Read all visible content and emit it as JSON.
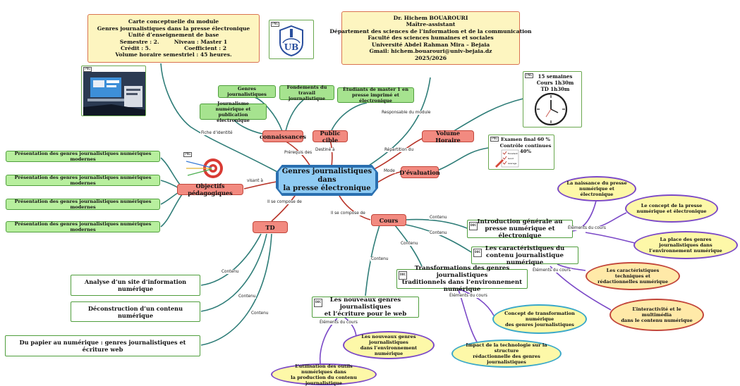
{
  "central": {
    "title_line1": "Genres journalistiques dans",
    "title_line2": "la presse électronique"
  },
  "identity": {
    "lines": [
      "Carte conceptuelle du module",
      "Genres journalistiques dans la presse électronique",
      "Unité d’enseignement de base",
      "Semestre : 2.        Niveau : Master 1",
      "Crédit : 5.                  Coefficient : 2",
      "Volume horaire semestriel : 45 heures."
    ]
  },
  "teacher": {
    "lines": [
      "Dr. Hichem BOUAROURI",
      "Maître-assistant",
      "Département des sciences de l’information et de la communication",
      "Faculté des sciences humaines et sociales",
      "Université Abdel Rahman Mira – Bejaia",
      "Gmail: hichem.bouarouri@univ-bejaia.dz",
      "2025/2026"
    ]
  },
  "logo": {
    "text": "UB",
    "tag": "PNG"
  },
  "identity_image": {
    "tag": "PNG"
  },
  "nodes": {
    "connaissances": "connaissances",
    "public_cible": "Public cible",
    "volume_horaire": "Volume Horaire",
    "evaluation": "D'évaluation",
    "objectifs": "Objectifs pédagogiques",
    "td": "TD",
    "cours": "Cours"
  },
  "prerequis": {
    "genres": "Genres journalistiques",
    "fondements_1": "Fondements du",
    "fondements_2": "travail journalistique",
    "journalisme_1": "Journalisme numérique et",
    "journalisme_2": "publication électronique"
  },
  "public": {
    "line1": "Étudiants de master 1 en",
    "line2": "presse imprimé et électronique"
  },
  "volume": {
    "line1": "15 semaines",
    "line2": "Cours 1h30m",
    "line3": "TD 1h30m",
    "tag": "PNG"
  },
  "exam": {
    "line1": "Examen final 60 %",
    "line2": "Contrôle continues 40%",
    "check1": "Excellent",
    "check2": "Good",
    "check3": "Average",
    "tag": "PNG"
  },
  "objectifs": {
    "items": [
      "Présentation des genres journalistiques numériques modernes",
      "Présentation des genres journalistiques numériques modernes",
      "Présentation des genres journalistiques numériques modernes",
      "Présentation des genres journalistiques numériques modernes"
    ],
    "tag": "PNG"
  },
  "td_items": [
    "Analyse d’un site d’information numérique",
    "Déconstruction d’un contenu numérique",
    "Du papier au numérique : genres journalistiques et écriture web"
  ],
  "cours_items": {
    "intro_1": "Introduction générale au",
    "intro_2": "presse numérique et électronique",
    "carac_1": "Les caractéristiques du",
    "carac_2": "contenu journalistique numérique",
    "transfo_1": "Transformations des genres journalistiques",
    "transfo_2": "traditionnels dans l’environnement numérique",
    "nouveaux_1": "Les nouveaux genres journalistiques",
    "nouveaux_2": "et l’écriture pour le web",
    "tag": "DOC"
  },
  "elements": {
    "intro": [
      [
        "La naissance du presse",
        "numérique et électronique"
      ],
      [
        "Le concept de la presse",
        "numérique et électronique"
      ],
      [
        "La place des genres journalistiques dans",
        "l’environnement numérique"
      ]
    ],
    "carac": [
      [
        "Les caractéristiques techniques et",
        "rédactionnelles  numérique"
      ],
      [
        "L’interactivité et le multimédia",
        "dans le contenu numérique"
      ]
    ],
    "transfo": [
      [
        "Concept de transformation numérique",
        "des genres journalistiques"
      ],
      [
        "Impact de la technologie sur la structure",
        "rédactionnelle des genres journalistiques"
      ]
    ],
    "nouveaux": [
      [
        "Les nouveaux genres journalistiques",
        "dans l’environnement numérique"
      ],
      [
        "L’utilisation des outils numériques dans",
        "la production du contenu journalistique"
      ]
    ]
  },
  "link_labels": {
    "fiche": "Fiche d’identité",
    "responsable": "Responsable du module",
    "prerequis": "Prérequis des",
    "destine": "Destiné à",
    "repartition": "Répartition du",
    "mode": "Mode",
    "visant": "visant à",
    "se_compose_td": "Il se compose de",
    "se_compose_cours": "Il se compose de",
    "contenu": "Contenu",
    "elements_du_cours": "Éléments du cours"
  },
  "colors": {
    "central_fill": "#8fcbf3",
    "red_node": "#f28a80",
    "green_node": "#a6e38f",
    "info_fill": "#fdf5c0",
    "ellipse_fill": "#fdf8a8",
    "link_teal": "#2f7d78",
    "link_red": "#b8352a",
    "link_purple": "#7b49c7"
  }
}
